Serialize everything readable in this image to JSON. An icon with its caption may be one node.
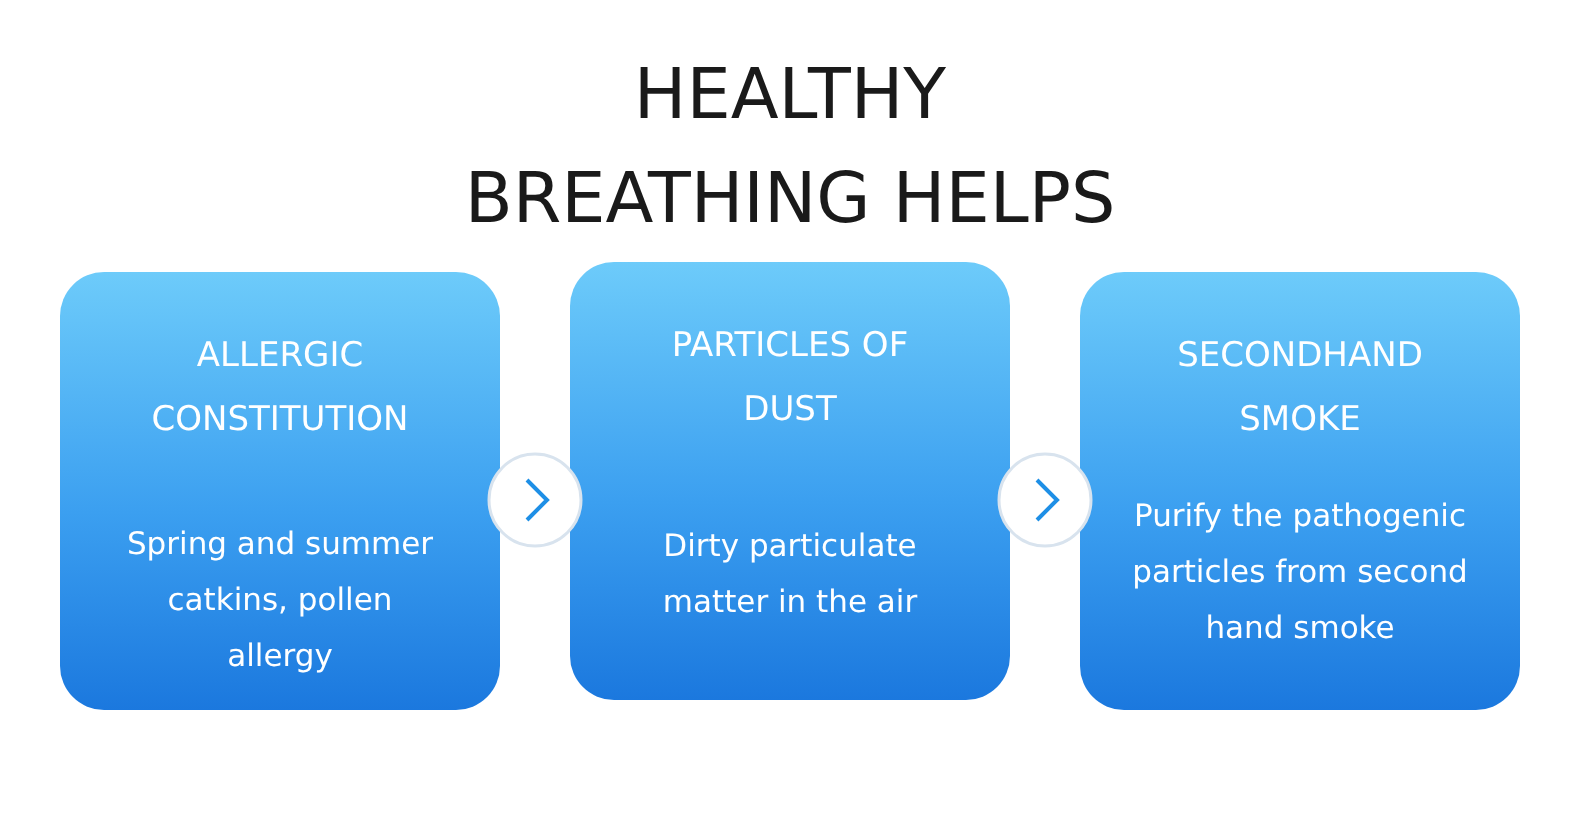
{
  "diagram": {
    "title": "HEALTHY BREATHING HELPS",
    "nodes": [
      {
        "text": [
          "ALLERGIC CONSTITUTION",
          "Spring and summer catkins, pollen allergy"
        ]
      },
      {
        "text": [
          "PARTICLES OF DUST",
          "Dirty particulate matter in the air"
        ]
      },
      {
        "text": [
          "SECONDHAND SMOKE",
          "Purify the pathogenic particles from second hand smoke"
        ]
      }
    ],
    "edges": [
      {
        "from": 0,
        "to": 1,
        "arrow": "to"
      },
      {
        "from": 1,
        "to": 2,
        "arrow": "to"
      }
    ]
  }
}
